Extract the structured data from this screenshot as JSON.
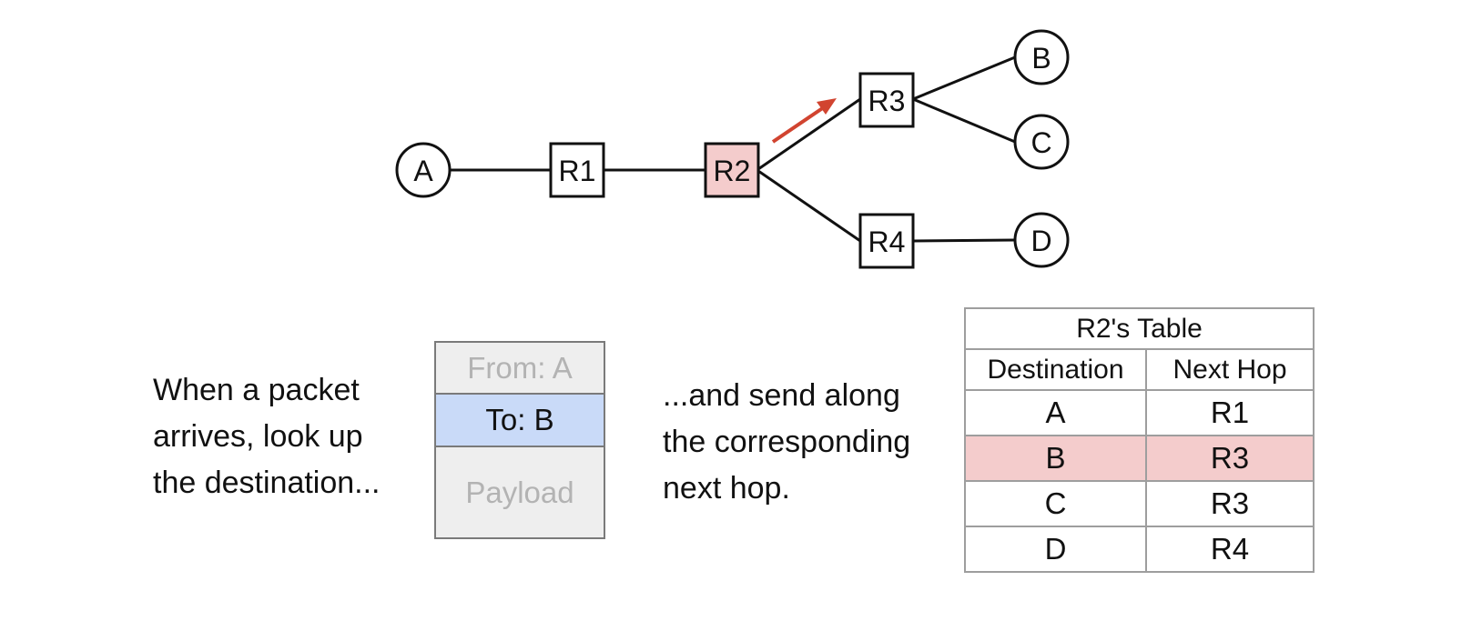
{
  "colors": {
    "highlight_router": "#f4cccc",
    "highlight_row": "#f4cccc",
    "packet_to_field": "#c9daf8",
    "arrow": "#d14430",
    "packet_muted_text": "#b3b3b3"
  },
  "network": {
    "nodes": {
      "A": "A",
      "R1": "R1",
      "R2": "R2",
      "R3": "R3",
      "R4": "R4",
      "B": "B",
      "C": "C",
      "D": "D"
    }
  },
  "captions": {
    "left": "When a packet\narrives, look up\nthe destination...",
    "right": "...and send along\nthe corresponding\nnext hop."
  },
  "packet": {
    "from": "From: A",
    "to": "To: B",
    "payload": "Payload"
  },
  "table": {
    "title": "R2's Table",
    "headers": [
      "Destination",
      "Next Hop"
    ],
    "rows": [
      [
        "A",
        "R1"
      ],
      [
        "B",
        "R3"
      ],
      [
        "C",
        "R3"
      ],
      [
        "D",
        "R4"
      ]
    ],
    "highlighted_row": 1
  }
}
